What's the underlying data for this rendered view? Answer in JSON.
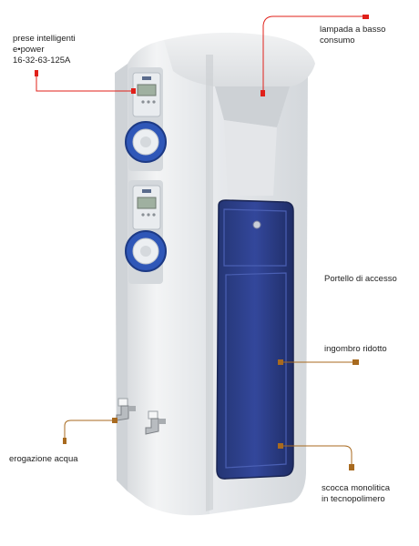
{
  "labels": {
    "smart_sockets": "prese intelligenti\ne•power\n16-32-63-125A",
    "low_energy_lamp": "lampada a basso\nconsumo",
    "access_door": "Portello di accesso",
    "reduced_footprint": "ingombro ridotto",
    "water_supply": "erogazione acqua",
    "monolithic_body": "scocca monolitica\nin tecnopolimero"
  },
  "colors": {
    "leader_red": "#e0201a",
    "leader_brown": "#a86a1f",
    "body_white": "#eef0f2",
    "panel_blue": "#2b3e8f",
    "socket_blue": "#2f57b8"
  }
}
